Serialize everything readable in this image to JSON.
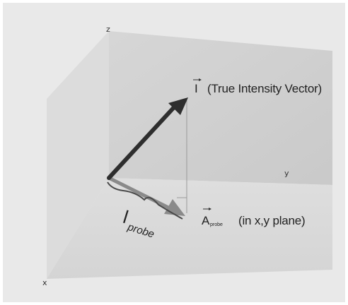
{
  "axes": {
    "z": "z",
    "y": "y",
    "x": "x"
  },
  "intensity_vector": {
    "symbol": "I",
    "description": "(True Intensity Vector)"
  },
  "probe_vector": {
    "symbol": "A",
    "subscript": "probe",
    "description": "(in x,y plane)"
  },
  "projection_length": {
    "symbol": "l",
    "subscript": "probe"
  },
  "colors": {
    "frame_background": "#e9e9e9",
    "vertical_plane": "#cfcfcf",
    "floor_plane": "#d6d6d6",
    "intensity_arrow": "#2e2e2e",
    "probe_arrow": "#8a8a8a",
    "guide_line": "#9a9a9a"
  }
}
